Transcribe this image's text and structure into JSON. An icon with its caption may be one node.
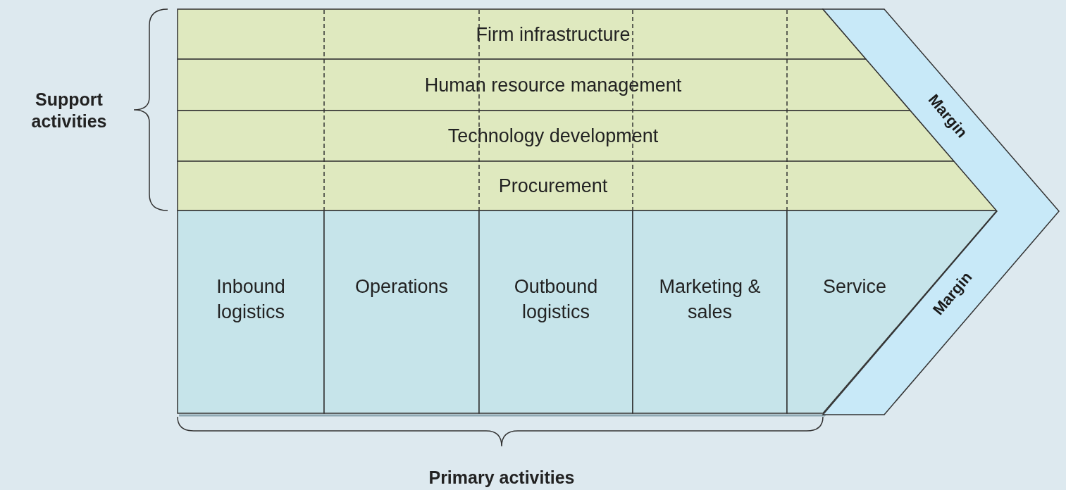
{
  "diagram": {
    "nodes": [
      {
        "text": [
          "Firm infrastructure"
        ]
      },
      {
        "text": [
          "Human resource management"
        ]
      },
      {
        "text": [
          "Technology development"
        ]
      },
      {
        "text": [
          "Procurement"
        ]
      },
      {
        "text": [
          "Inbound logistics"
        ]
      },
      {
        "text": [
          "Operations"
        ]
      },
      {
        "text": [
          "Outbound logistics"
        ]
      },
      {
        "text": [
          "Marketing & sales"
        ]
      },
      {
        "text": [
          "Service"
        ]
      },
      {
        "text": [
          "Margin",
          "Margin"
        ]
      }
    ],
    "labels": [
      "Support activities",
      "Primary activities"
    ]
  }
}
